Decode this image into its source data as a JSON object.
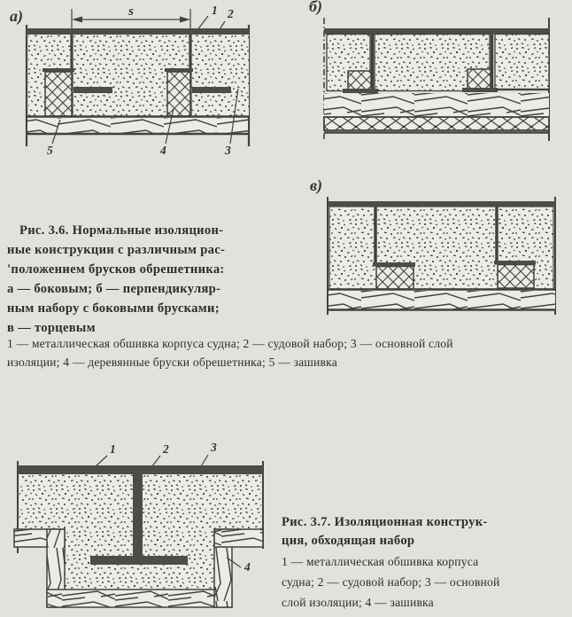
{
  "page": {
    "background": "#e2e1dd",
    "ink": "#44423e"
  },
  "figure_3_6": {
    "panel_a_label": "а)",
    "panel_b_label": "б)",
    "panel_v_label": "в)",
    "dimension_label": "s",
    "callouts": {
      "n1": "1",
      "n2": "2",
      "n3": "3",
      "n4": "4",
      "n5": "5"
    },
    "caption_lines": [
      "Рис. 3.6. Нормальные изоляцион-",
      "ные конструкции с различным рас-",
      "'положением брусков обрешетника:",
      "а — боковым; б — перпендикуляр-",
      "ным набору с боковыми брусками;",
      "в — торцевым"
    ],
    "legend_lines": [
      "1 — металлическая обшивка корпуса судна; 2 — судовой набор; 3 — основной слой",
      "изоляции; 4 — деревянные бруски обрешетника; 5 — зашивка"
    ]
  },
  "figure_3_7": {
    "callouts": {
      "n1": "1",
      "n2": "2",
      "n3": "3",
      "n4": "4"
    },
    "caption_lines": [
      "Рис. 3.7. Изоляционная конструк-",
      "ция, обходящая набор"
    ],
    "legend_lines": [
      "1 — металлическая обшивка корпуса",
      "судна; 2 — судовой набор; 3 — основной",
      "слой изоляции; 4 — зашивка"
    ]
  }
}
